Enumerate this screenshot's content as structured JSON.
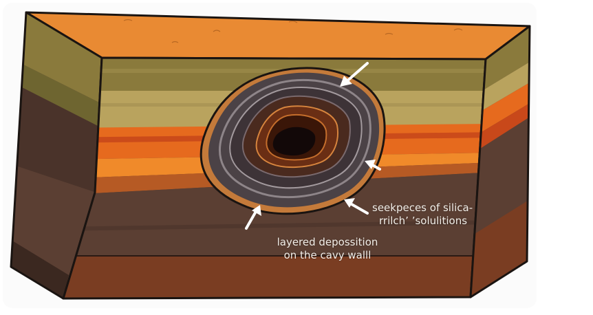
{
  "labels": {
    "seep_line1": "seekpeces of silica-",
    "seep_line2": "rrilch’ ’solulitions",
    "layer_line1": "layered depossition",
    "layer_line2": "on the cavy walll"
  },
  "colors": {
    "top_surface": "#e98a33",
    "band_olive": "#8a7a3c",
    "band_khaki": "#b9a35e",
    "band_orange": "#e66a1e",
    "band_brown": "#5b3f33",
    "band_bottom": "#7a3d22",
    "geode_outer": "#4b4246",
    "geode_core": "#120808",
    "outline": "#1a1411"
  }
}
